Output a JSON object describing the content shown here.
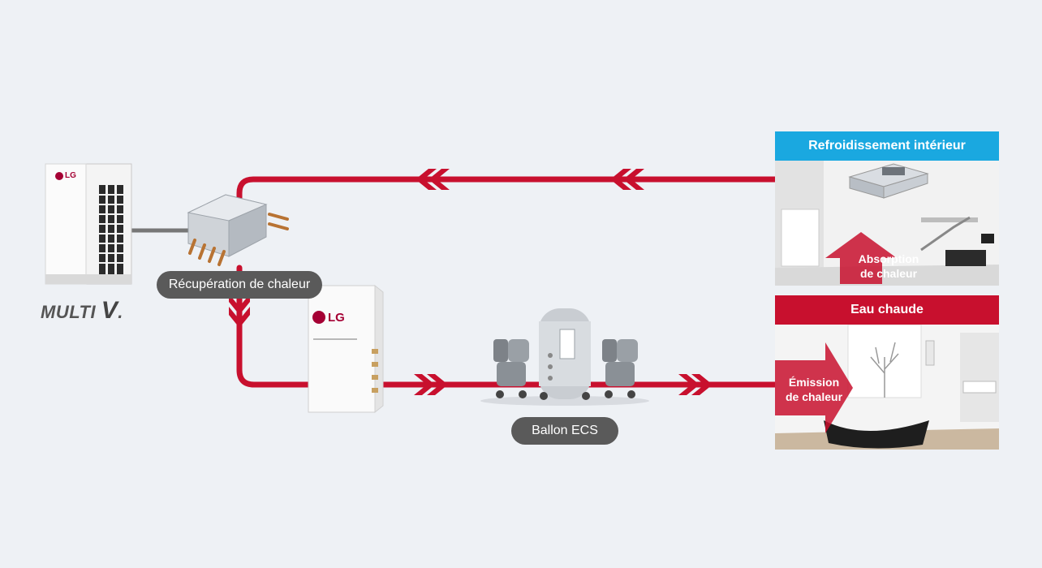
{
  "brand": {
    "product_prefix": "MULTI",
    "product_suffix": "V",
    "product_tm": ".",
    "lg_logo": "LG"
  },
  "labels": {
    "heat_recovery": "Récupération de chaleur",
    "dhw_tank": "Ballon ECS"
  },
  "panels": {
    "cooling": {
      "title": "Refroidissement intérieur",
      "caption_line1": "Absorption",
      "caption_line2": "de chaleur"
    },
    "hot_water": {
      "title": "Eau chaude",
      "caption_line1": "Émission",
      "caption_line2": "de chaleur"
    }
  },
  "colors": {
    "pipe": "#c8102e",
    "cooling_header": "#1aa8e0",
    "hot_water_header": "#c8102e",
    "pill": "#5a5a5a",
    "background": "#eef1f5"
  }
}
